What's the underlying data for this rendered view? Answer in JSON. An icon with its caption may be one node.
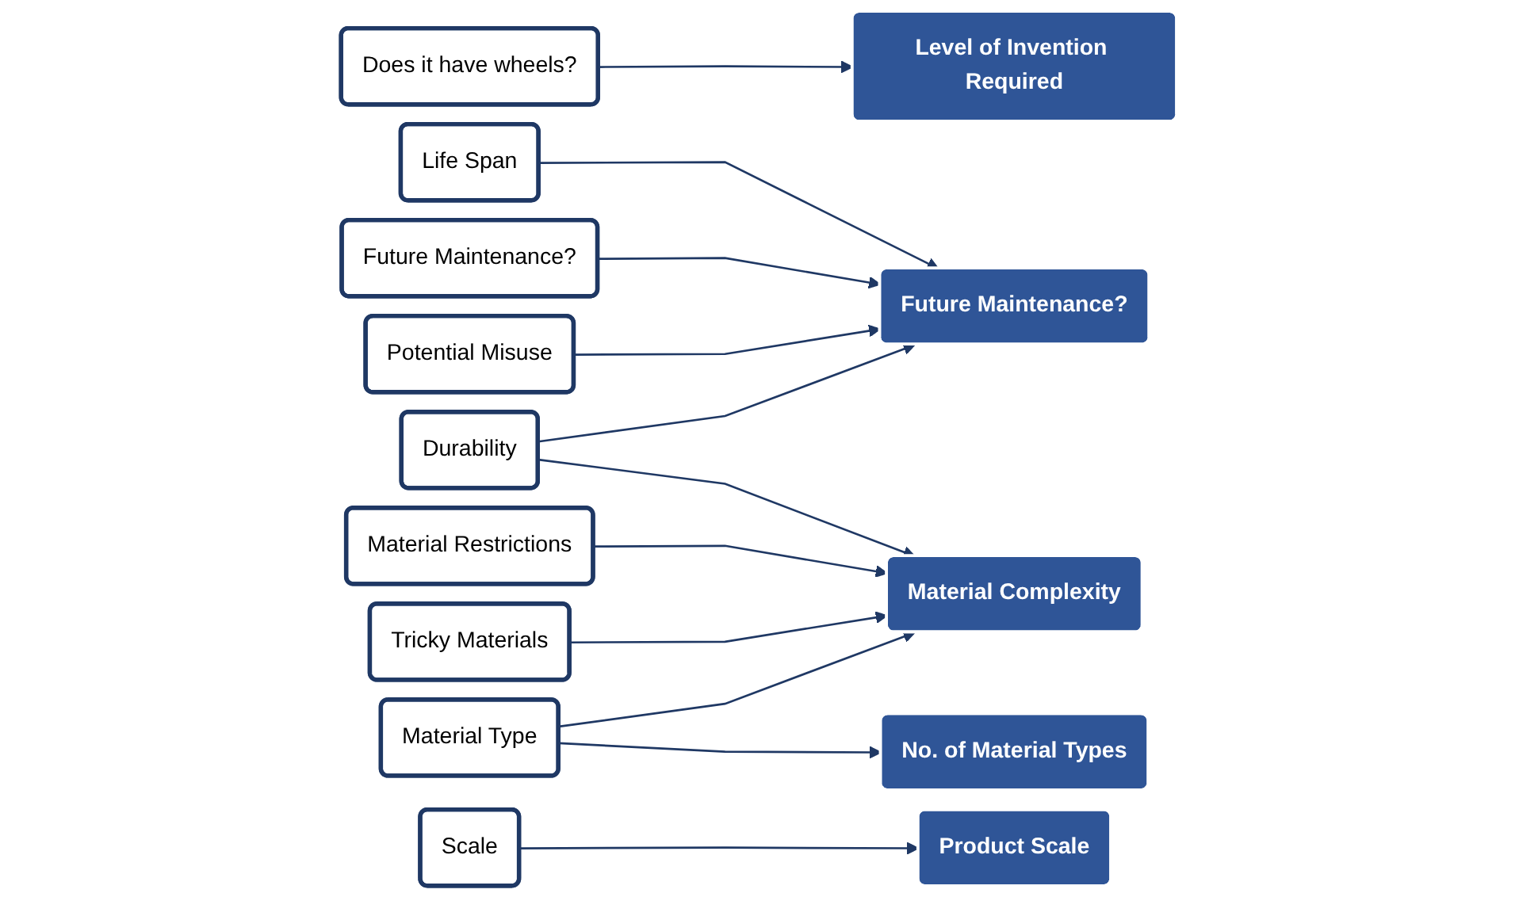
{
  "diagram": {
    "nodes": [
      {
        "text": [
          "Does it have wheels?"
        ]
      },
      {
        "text": [
          "Life Span"
        ]
      },
      {
        "text": [
          "Future Maintenance?"
        ]
      },
      {
        "text": [
          "Potential Misuse"
        ]
      },
      {
        "text": [
          "Durability"
        ]
      },
      {
        "text": [
          "Material Restrictions"
        ]
      },
      {
        "text": [
          "Tricky Materials"
        ]
      },
      {
        "text": [
          "Material Type"
        ]
      },
      {
        "text": [
          "Scale"
        ]
      },
      {
        "text": [
          "Level of Invention Required"
        ]
      },
      {
        "text": [
          "Future Maintenance?"
        ]
      },
      {
        "text": [
          "Material Complexity"
        ]
      },
      {
        "text": [
          "No. of Material Types"
        ]
      },
      {
        "text": [
          "Product Scale"
        ]
      }
    ],
    "edges": [
      {
        "from": 0,
        "to": 9,
        "arrow": "to"
      },
      {
        "from": 1,
        "to": 10,
        "arrow": "to"
      },
      {
        "from": 2,
        "to": 10,
        "arrow": "to"
      },
      {
        "from": 3,
        "to": 10,
        "arrow": "to"
      },
      {
        "from": 4,
        "to": 10,
        "arrow": "to"
      },
      {
        "from": 4,
        "to": 11,
        "arrow": "to"
      },
      {
        "from": 5,
        "to": 11,
        "arrow": "to"
      },
      {
        "from": 6,
        "to": 11,
        "arrow": "to"
      },
      {
        "from": 7,
        "to": 11,
        "arrow": "to"
      },
      {
        "from": 7,
        "to": 12,
        "arrow": "to"
      },
      {
        "from": 8,
        "to": 13,
        "arrow": "to"
      }
    ]
  }
}
